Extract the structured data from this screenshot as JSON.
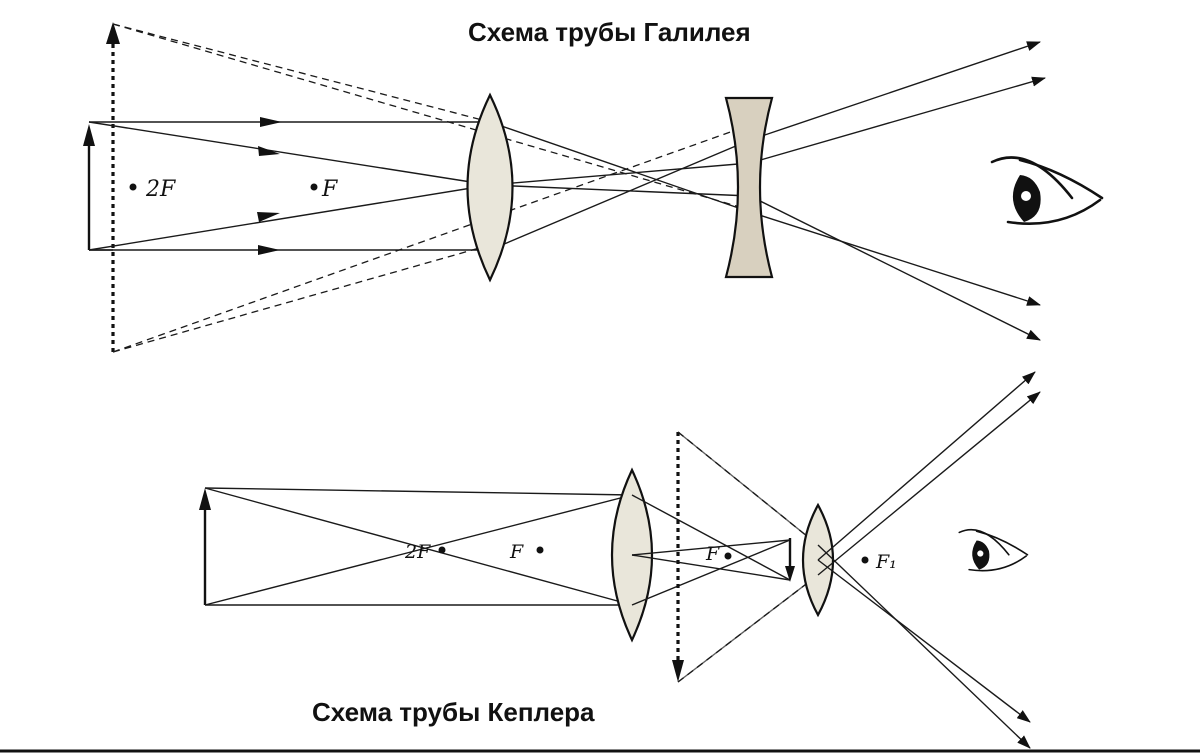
{
  "titles": {
    "galileo": "Схема трубы Галилея",
    "kepler": "Схема трубы Кеплера"
  },
  "galileo": {
    "labels": {
      "two_f": "2F",
      "f": "F"
    },
    "objective": "converging-lens",
    "eyepiece": "diverging-lens"
  },
  "kepler": {
    "labels": {
      "two_f": "2F",
      "f_left": "F",
      "f_right": "F",
      "f1": "F₁"
    },
    "objective": "converging-lens",
    "eyepiece": "converging-lens"
  },
  "icons": {
    "eye_top": "eye-icon",
    "eye_bottom": "eye-icon"
  },
  "colors": {
    "ink": "#111111",
    "paper": "#ffffff",
    "lens_fill": "#e9e6da",
    "concave_fill": "#d8d0bf"
  }
}
